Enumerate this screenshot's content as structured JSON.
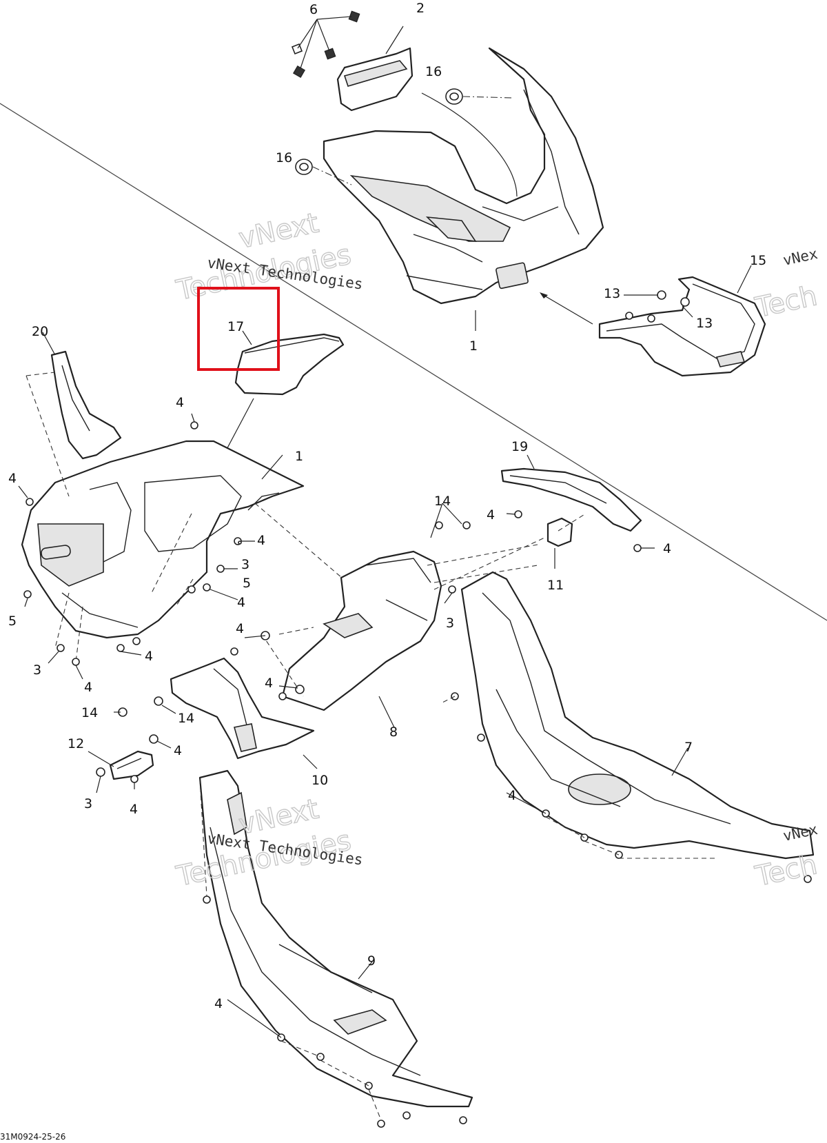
{
  "callouts": {
    "c1a": "1",
    "c1b": "1",
    "c2": "2",
    "c3a": "3",
    "c3b": "3",
    "c3c": "3",
    "c3d": "3",
    "c4a": "4",
    "c4b": "4",
    "c4c": "4",
    "c4d": "4",
    "c4e": "4",
    "c4f": "4",
    "c4g": "4",
    "c4h": "4",
    "c4i": "4",
    "c4j": "4",
    "c4k": "4",
    "c4l": "4",
    "c4m": "4",
    "c4n": "4",
    "c5a": "5",
    "c5b": "5",
    "c6": "6",
    "c7": "7",
    "c8": "8",
    "c9": "9",
    "c10": "10",
    "c11": "11",
    "c12": "12",
    "c13a": "13",
    "c13b": "13",
    "c14a": "14",
    "c14b": "14",
    "c14c": "14",
    "c15": "15",
    "c16a": "16",
    "c16b": "16",
    "c17": "17",
    "c19": "19",
    "c20": "20"
  },
  "watermark": {
    "line1": "vNext",
    "line2": "Technologies",
    "caption": "vNext Technologies",
    "edge_fragment": "vNex",
    "edge_fragment2": "Tech"
  },
  "reference_code": "31M0924-25-26",
  "highlight": {
    "target": "17",
    "color": "#e0101a"
  }
}
